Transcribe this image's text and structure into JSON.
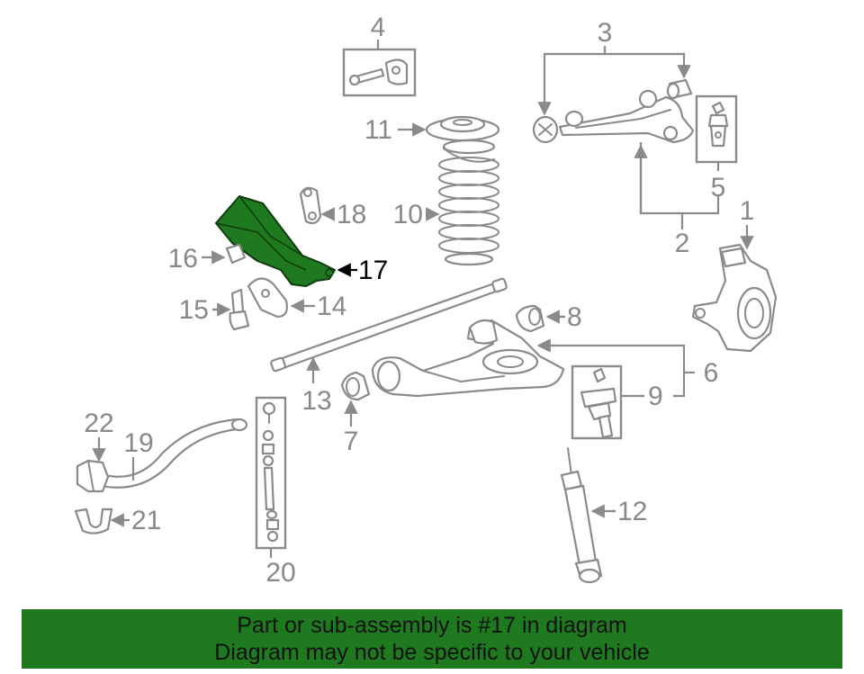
{
  "callouts": {
    "c1": "1",
    "c2": "2",
    "c3": "3",
    "c4": "4",
    "c5": "5",
    "c6": "6",
    "c7": "7",
    "c8": "8",
    "c9": "9",
    "c10": "10",
    "c11": "11",
    "c12": "12",
    "c13": "13",
    "c14": "14",
    "c15": "15",
    "c16": "16",
    "c17": "17",
    "c18": "18",
    "c19": "19",
    "c20": "20",
    "c21": "21",
    "c22": "22"
  },
  "highlight": {
    "part_number": "17",
    "color": "#1f7a1f"
  },
  "banner": {
    "line1": "Part or sub-assembly is #17 in diagram",
    "line2": "Diagram may not be specific to your vehicle",
    "background": "#1f7a1f"
  }
}
